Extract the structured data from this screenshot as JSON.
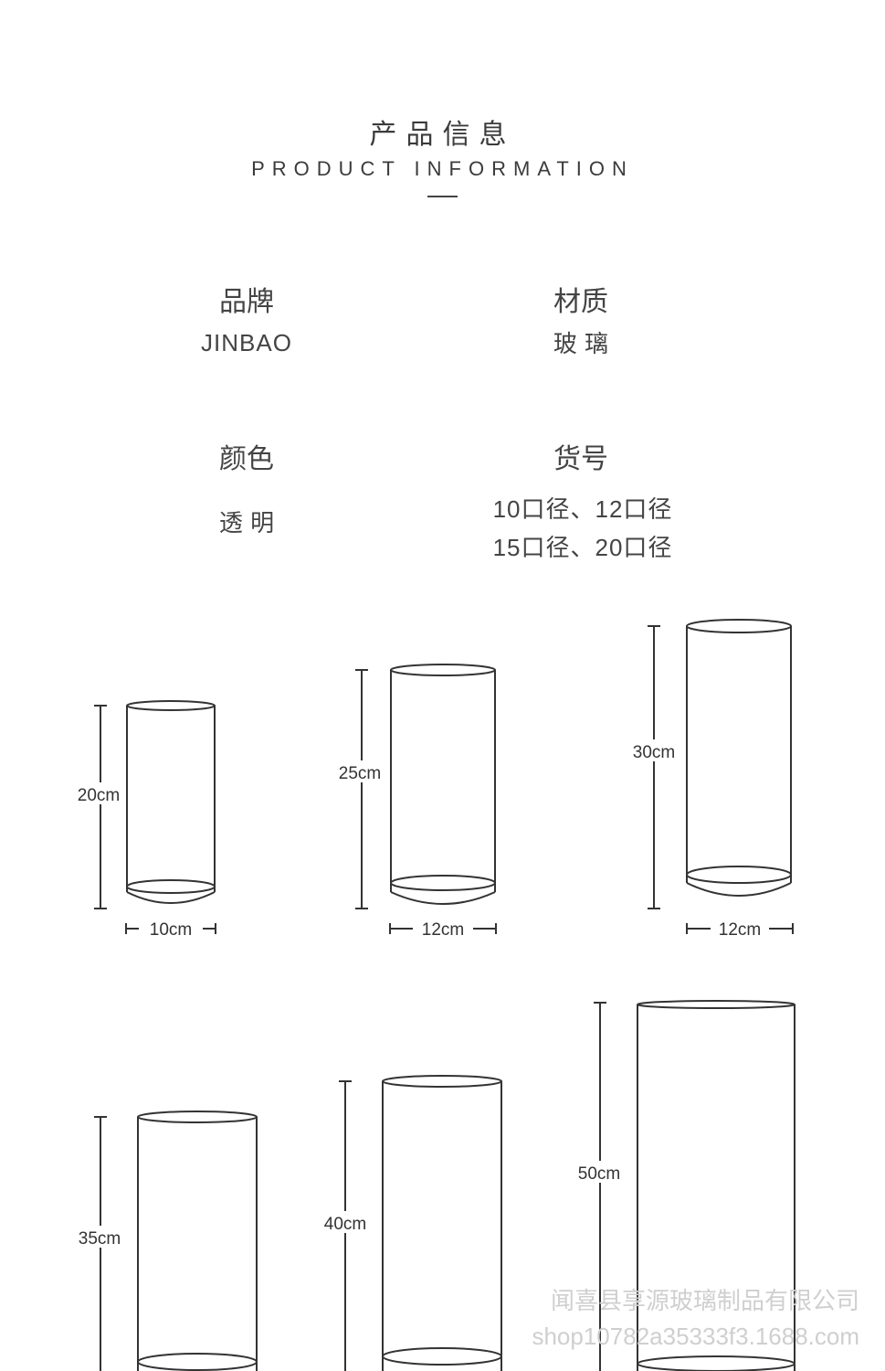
{
  "header": {
    "title_cn": "产品信息",
    "title_en": "PRODUCT INFORMATION"
  },
  "specs": {
    "brand_label": "品牌",
    "brand_value": "JINBAO",
    "material_label": "材质",
    "material_value": "玻 璃",
    "color_label": "颜色",
    "color_value": "透 明",
    "item_label": "货号",
    "item_value_line1": "10口径、12口径",
    "item_value_line2": "15口径、20口径"
  },
  "vases": [
    {
      "height": "20cm",
      "diameter": "10cm"
    },
    {
      "height": "25cm",
      "diameter": "12cm"
    },
    {
      "height": "30cm",
      "diameter": "12cm"
    },
    {
      "height": "35cm"
    },
    {
      "height": "40cm"
    },
    {
      "height": "50cm"
    }
  ],
  "watermark": {
    "line1": "闻喜县享源玻璃制品有限公司",
    "line2": "shop10782a35333f3.1688.com"
  }
}
